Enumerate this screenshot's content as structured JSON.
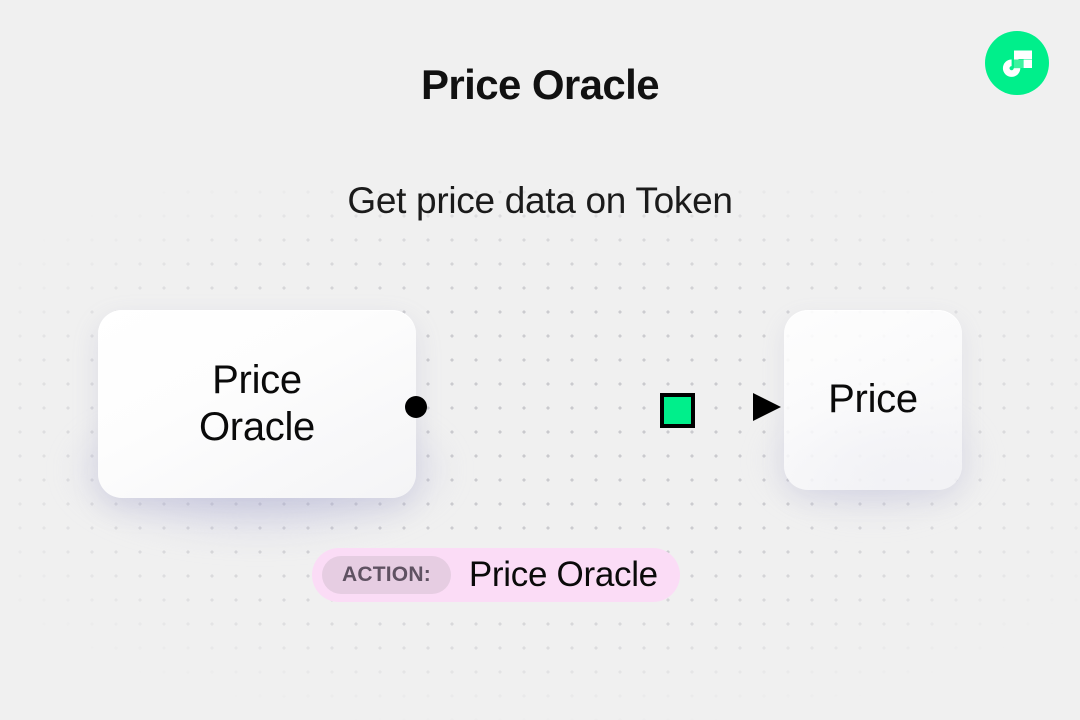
{
  "header": {
    "title": "Price Oracle",
    "subtitle": "Get price data on Token",
    "logo_icon": "flow-logo-icon"
  },
  "diagram": {
    "source_node": {
      "label": "Price\nOracle",
      "name": "price-oracle-node"
    },
    "target_node": {
      "label": "Price",
      "name": "price-node"
    },
    "edge": {
      "start_handle_icon": "edge-start-dot-icon",
      "token_icon": "green-token-square-icon",
      "arrow_icon": "arrow-head-icon"
    }
  },
  "action_badge": {
    "chip_label": "ACTION:",
    "value": "Price Oracle"
  },
  "colors": {
    "brand_green": "#00ef8b",
    "token_green": "#00ef8b",
    "badge_pink": "#fbdcf6",
    "chip_mauve": "#e6cde2",
    "chip_text": "#5f5262",
    "background": "#f0f0f0",
    "dot_grid": "#c9c9cd",
    "edge_stroke": "#000000"
  }
}
